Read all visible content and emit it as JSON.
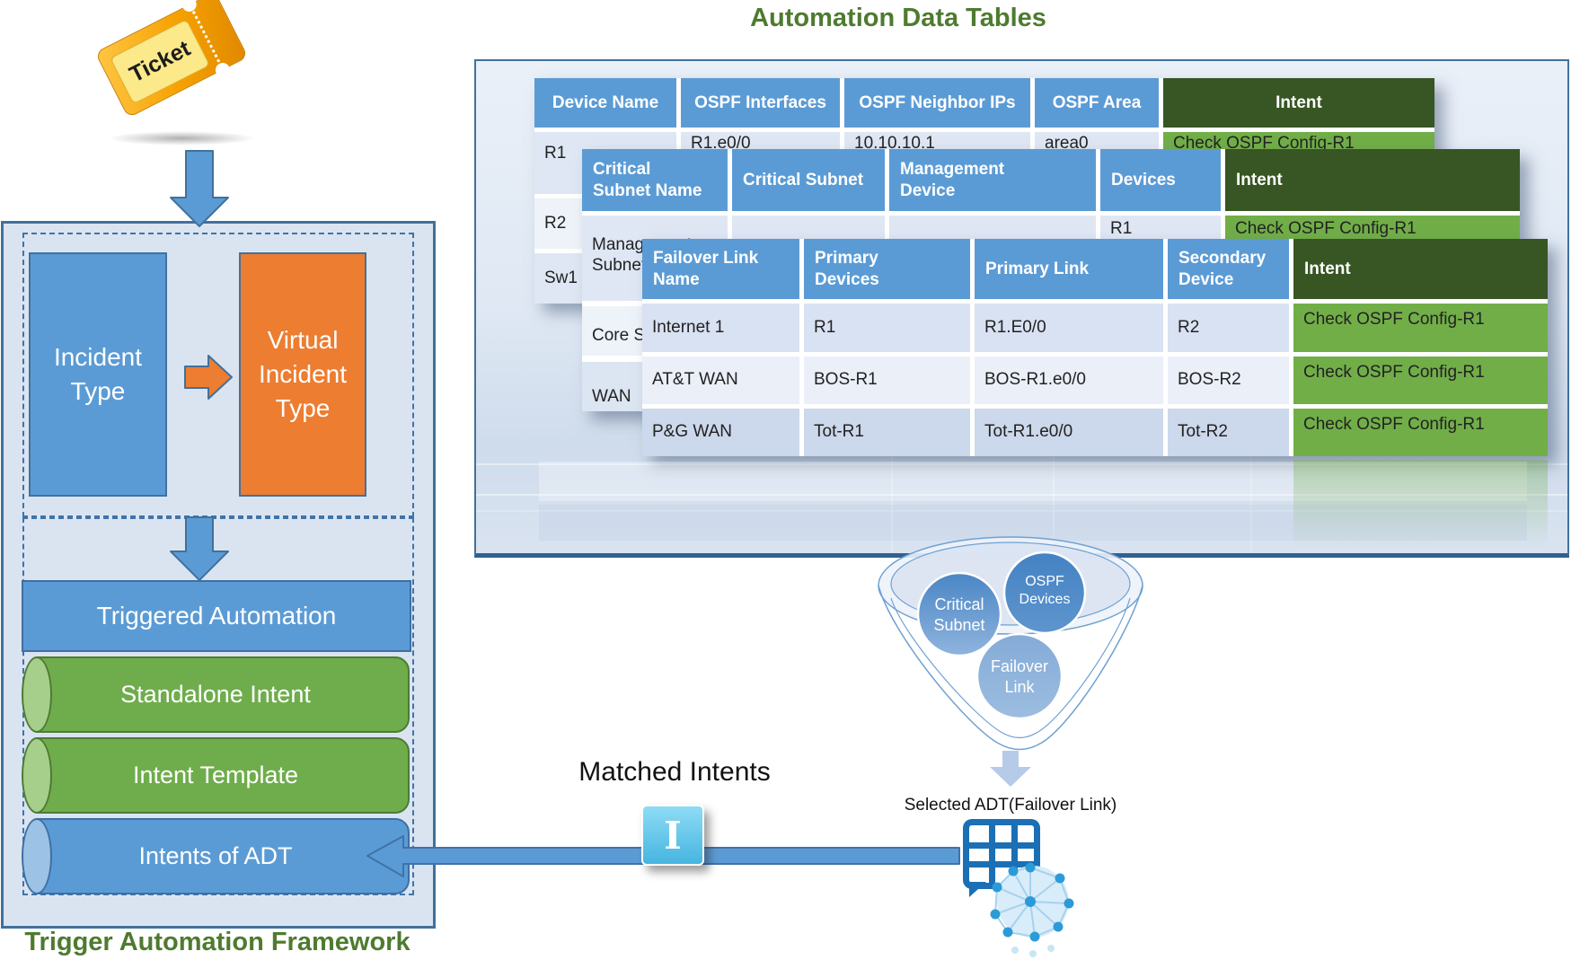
{
  "page_title": "Automation Data Tables",
  "framework": {
    "title": "Trigger Automation Framework",
    "ticket_label": "Ticket",
    "incident_type": "Incident Type",
    "virtual_incident_type": "Virtual Incident Type",
    "triggered_automation": "Triggered Automation",
    "standalone_intent": "Standalone Intent",
    "intent_template": "Intent Template",
    "intents_of_adt": "Intents of ADT"
  },
  "matched_intents": "Matched Intents",
  "intent_badge": "I",
  "selected_adt": "Selected ADT(Failover Link)",
  "funnel": {
    "circles": [
      {
        "label": "Critical Subnet"
      },
      {
        "label": "OSPF Devices"
      },
      {
        "label": "Failover Link"
      }
    ]
  },
  "tables": [
    {
      "name": "ospf-devices",
      "headers": [
        "Device Name",
        "OSPF Interfaces",
        "OSPF Neighbor IPs",
        "OSPF Area",
        "Intent"
      ],
      "rows": [
        [
          "R1",
          "R1.e0/0",
          "10.10.10.1",
          "area0",
          "Check OSPF Config-R1"
        ],
        [
          "R2",
          "",
          "",
          "",
          ""
        ],
        [
          "Sw1",
          "",
          "",
          "",
          ""
        ]
      ]
    },
    {
      "name": "critical-subnet",
      "headers": [
        "Critical\nSubnet Name",
        "Critical Subnet",
        "Management\nDevice",
        "Devices",
        "Intent"
      ],
      "rows": [
        [
          "Management Subnet",
          "",
          "",
          "R1",
          "Check OSPF Config-R1"
        ],
        [
          "Core Subnet",
          "",
          "",
          "",
          ""
        ],
        [
          "WAN",
          "",
          "",
          "",
          ""
        ]
      ]
    },
    {
      "name": "failover-link",
      "headers": [
        "Failover Link\nName",
        "Primary\nDevices",
        "Primary Link",
        "Secondary\nDevice",
        "Intent"
      ],
      "rows": [
        [
          "Internet 1",
          "R1",
          "R1.E0/0",
          "R2",
          "Check OSPF Config-R1"
        ],
        [
          "AT&T WAN",
          "BOS-R1",
          "BOS-R1.e0/0",
          "BOS-R2",
          "Check OSPF Config-R1"
        ],
        [
          "P&G WAN",
          "Tot-R1",
          "Tot-R1.e0/0",
          "Tot-R2",
          "Check OSPF Config-R1"
        ]
      ]
    }
  ],
  "colors": {
    "accent_blue": "#5b9bd5",
    "orange": "#ed7d31",
    "green_cell": "#71ae48",
    "dark_green_header": "#375623",
    "title_green": "#4e7b2f",
    "panel_blue": "#dae4f1"
  }
}
